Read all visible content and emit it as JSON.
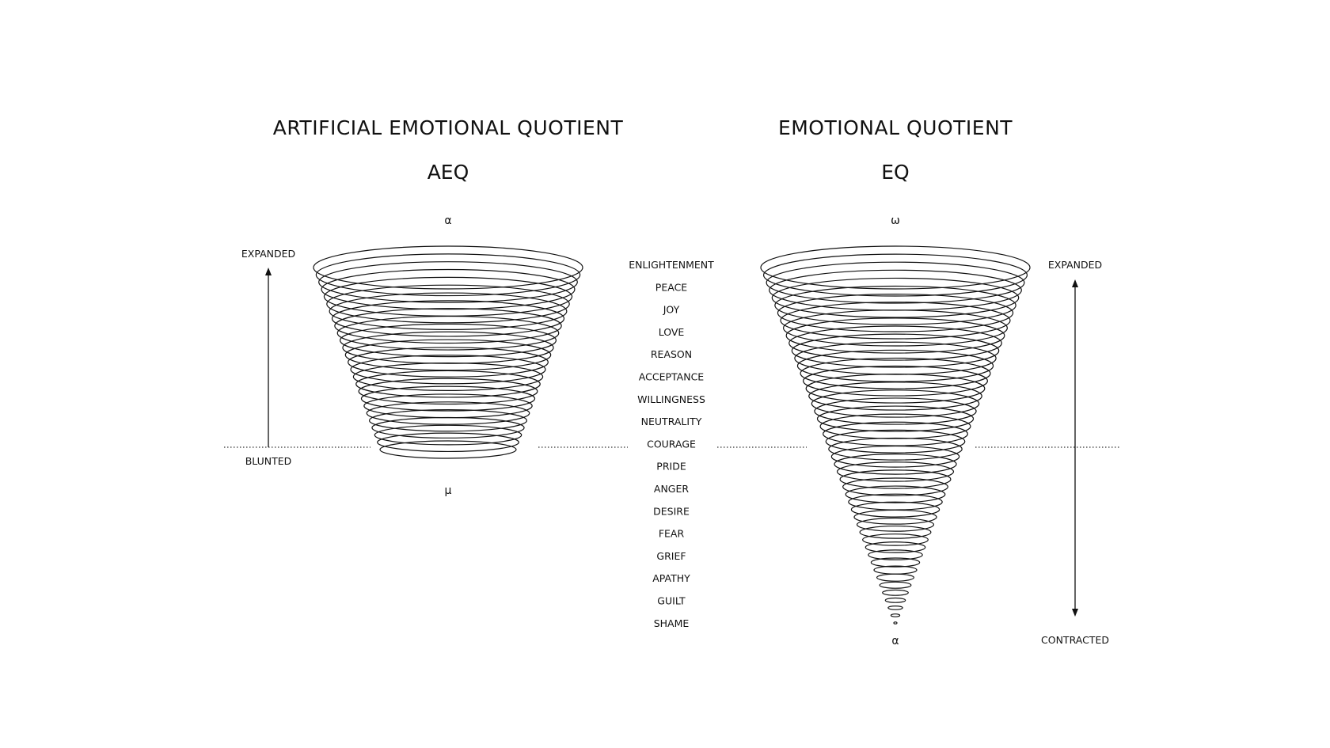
{
  "left": {
    "title": "ARTIFICIAL EMOTIONAL QUOTIENT",
    "abbr": "AEQ",
    "top_symbol": "α",
    "bottom_symbol": "μ",
    "top_label": "EXPANDED",
    "bottom_label": "BLUNTED"
  },
  "right": {
    "title": "EMOTIONAL QUOTIENT",
    "abbr": "EQ",
    "top_symbol": "ω",
    "bottom_symbol": "α",
    "top_label": "EXPANDED",
    "bottom_label": "CONTRACTED"
  },
  "levels": [
    "ENLIGHTENMENT",
    "PEACE",
    "JOY",
    "LOVE",
    "REASON",
    "ACCEPTANCE",
    "WILLINGNESS",
    "NEUTRALITY",
    "COURAGE",
    "PRIDE",
    "ANGER",
    "DESIRE",
    "FEAR",
    "GRIEF",
    "APATHY",
    "GUILT",
    "SHAME"
  ],
  "colors": {
    "ink": "#111111",
    "background": "#ffffff"
  }
}
